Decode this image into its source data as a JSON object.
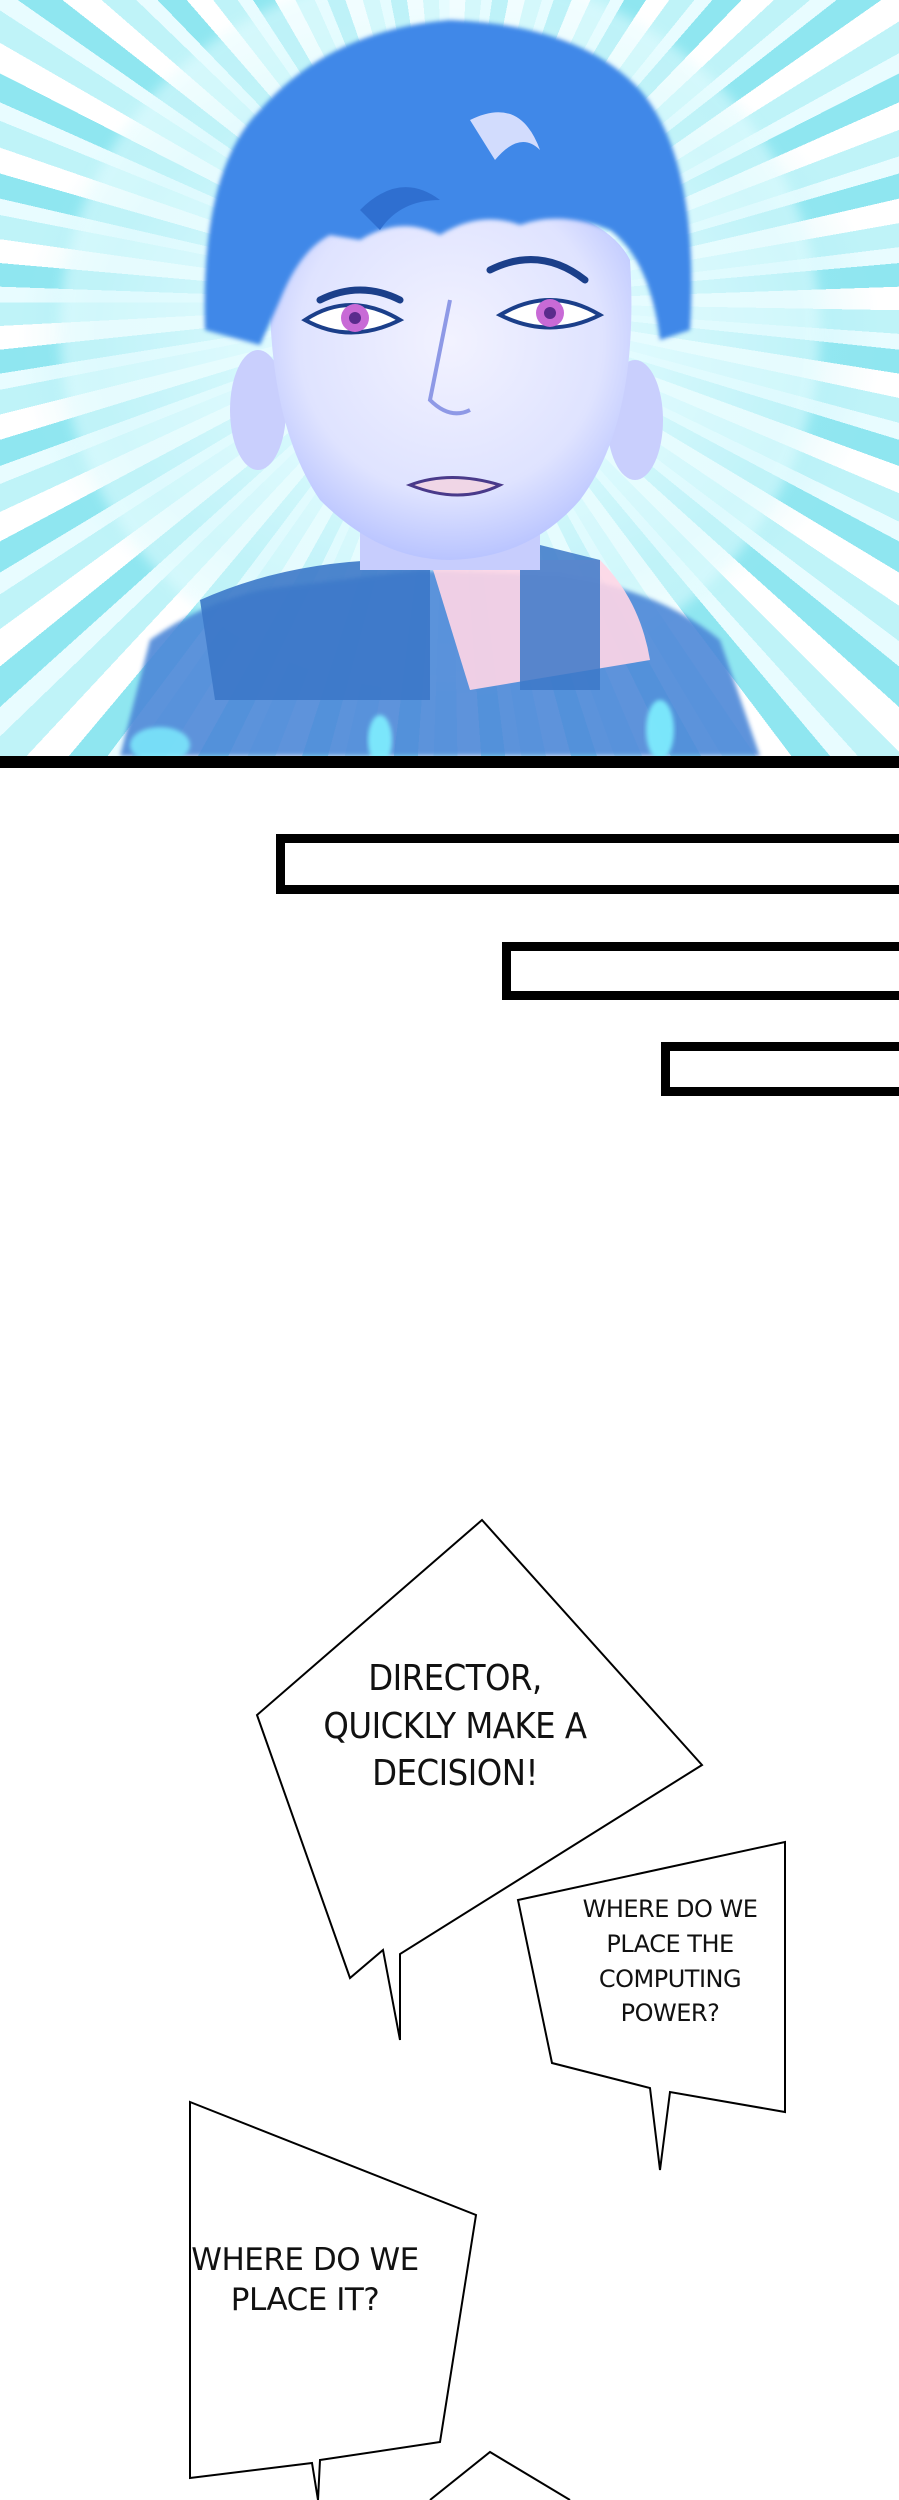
{
  "panels": {
    "top": {
      "description_icon": "glowing-face-icon",
      "colors": {
        "glow": "#bff3f8",
        "hair": "#3e86e6",
        "skin": "#e9ecff",
        "outline": "#1b3f8a",
        "eyes": "#c86ad6"
      }
    }
  },
  "speed_lines": {
    "count": 3,
    "color": "#000000"
  },
  "bubbles": [
    {
      "text": "DIRECTOR,\nQUICKLY MAKE A\nDECISION!"
    },
    {
      "text": "WHERE DO WE\nPLACE THE\nCOMPUTING\nPOWER?"
    },
    {
      "text": "WHERE DO WE\nPLACE IT?"
    }
  ]
}
